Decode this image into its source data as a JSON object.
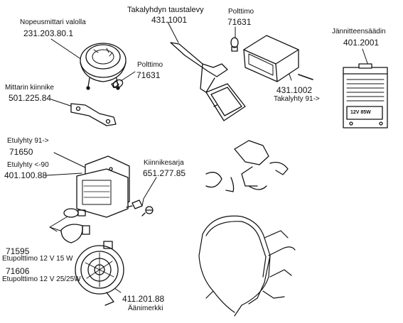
{
  "labels": {
    "speedometer_title": "Nopeusmittari valolla",
    "speedometer_code": "231.203.80.1",
    "bulb1_title": "Polttimo",
    "bulb1_code": "71631",
    "meter_bracket_title": "Mittarin kiinnike",
    "meter_bracket_code": "501.225.84",
    "rear_plate_title": "Takalyhdyn taustalevy",
    "rear_plate_code": "431.1001",
    "bulb2_title": "Polttimo",
    "bulb2_code": "71631",
    "rear_lamp_code": "431.1002",
    "rear_lamp_title": "Takalyhty  91->",
    "regulator_title": "Jännitteensäädin",
    "regulator_code": "401.2001",
    "regulator_marking": "12V 85W",
    "front_lamp_91_title": "Etulyhty 91->",
    "front_lamp_91_code": "71650",
    "front_lamp_90_title": "Etulyhty <-90",
    "front_lamp_90_code": "401.100.88",
    "mount_kit_title": "Kiinnikesarja",
    "mount_kit_code": "651.277.85",
    "bulb15_code": "71595",
    "bulb15_title": "Etupolttimo 12 V 15 W",
    "bulb25_code": "71606",
    "bulb25_title": "Etupolttimo 12 V 25/25W",
    "horn_code": "411.201.88",
    "horn_title": "Äänimerkki"
  }
}
